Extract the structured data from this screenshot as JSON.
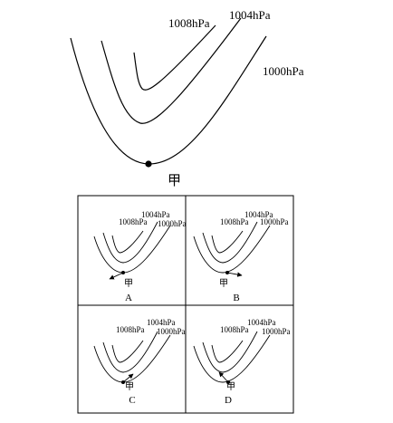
{
  "main_map": {
    "isobar_labels": [
      "1008hPa",
      "1004hPa",
      "1000hPa"
    ],
    "point_label": "甲"
  },
  "options": [
    {
      "letter": "A",
      "labels": [
        "1004hPa",
        "1008hPa",
        "1000hPa"
      ],
      "point_label": "甲"
    },
    {
      "letter": "B",
      "labels": [
        "1004hPa",
        "1008hPa",
        "1000hPa"
      ],
      "point_label": "甲"
    },
    {
      "letter": "C",
      "labels": [
        "1004hPa",
        "1008hPa",
        "1000hPa"
      ],
      "point_label": "甲"
    },
    {
      "letter": "D",
      "labels": [
        "1004hPa",
        "1008hPa",
        "1000hPa"
      ],
      "point_label": "甲"
    }
  ]
}
